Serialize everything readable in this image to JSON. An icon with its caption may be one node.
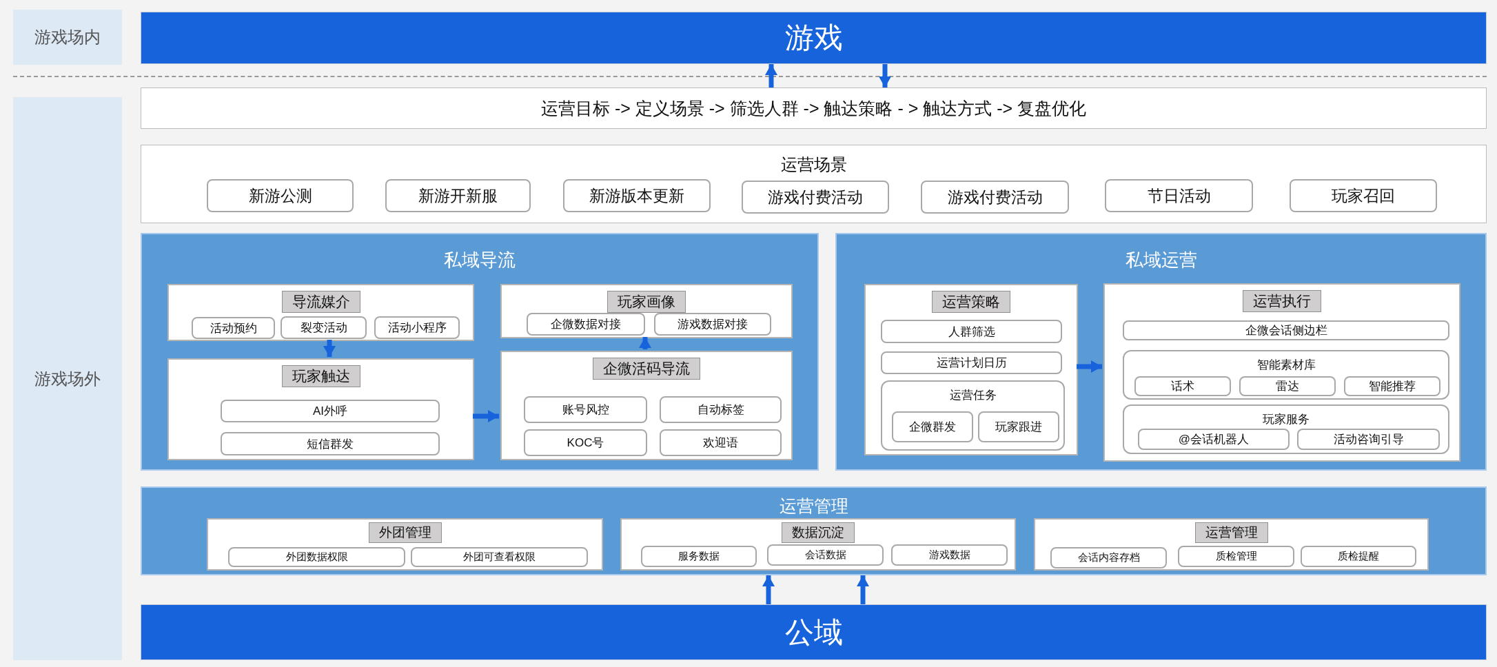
{
  "diagram": {
    "nodes": [
      {
        "text": [
          "游戏场内"
        ]
      },
      {
        "text": [
          "游戏"
        ]
      },
      {
        "text": [
          "游戏场外"
        ]
      },
      {
        "text": [
          "运营目标 -> 定义场景 -> 筛选人群 -> 触达策略 - > 触达方式 -> 复盘优化"
        ]
      },
      {
        "text": [
          "运营场景"
        ]
      },
      {
        "text": [
          "新游公测"
        ],
        "in": 4
      },
      {
        "text": [
          "新游开新服"
        ],
        "in": 4
      },
      {
        "text": [
          "新游版本更新"
        ],
        "in": 4
      },
      {
        "text": [
          "游戏付费活动"
        ],
        "in": 4
      },
      {
        "text": [
          "游戏付费活动"
        ],
        "in": 4
      },
      {
        "text": [
          "节日活动"
        ],
        "in": 4
      },
      {
        "text": [
          "玩家召回"
        ],
        "in": 4
      },
      {
        "text": [
          "私域导流"
        ]
      },
      {
        "text": [
          "导流媒介"
        ],
        "in": 12
      },
      {
        "text": [
          "活动预约"
        ],
        "in": 13
      },
      {
        "text": [
          "裂变活动"
        ],
        "in": 13
      },
      {
        "text": [
          "活动小程序"
        ],
        "in": 13
      },
      {
        "text": [
          "玩家触达"
        ],
        "in": 12
      },
      {
        "text": [
          "AI外呼"
        ],
        "in": 17
      },
      {
        "text": [
          "短信群发"
        ],
        "in": 17
      },
      {
        "text": [
          "玩家画像"
        ],
        "in": 12
      },
      {
        "text": [
          "企微数据对接"
        ],
        "in": 20
      },
      {
        "text": [
          "游戏数据对接"
        ],
        "in": 20
      },
      {
        "text": [
          "企微活码导流"
        ],
        "in": 12
      },
      {
        "text": [
          "账号风控"
        ],
        "in": 23
      },
      {
        "text": [
          "自动标签"
        ],
        "in": 23
      },
      {
        "text": [
          "KOC号"
        ],
        "in": 23
      },
      {
        "text": [
          "欢迎语"
        ],
        "in": 23
      },
      {
        "text": [
          "私域运营"
        ]
      },
      {
        "text": [
          "运营策略"
        ],
        "in": 28
      },
      {
        "text": [
          "人群筛选"
        ],
        "in": 29
      },
      {
        "text": [
          "运营计划日历"
        ],
        "in": 29
      },
      {
        "text": [
          "运营任务"
        ],
        "in": 29
      },
      {
        "text": [
          "企微群发"
        ],
        "in": 32
      },
      {
        "text": [
          "玩家跟进"
        ],
        "in": 32
      },
      {
        "text": [
          "运营执行"
        ],
        "in": 28
      },
      {
        "text": [
          "企微会话侧边栏"
        ],
        "in": 35
      },
      {
        "text": [
          "智能素材库"
        ],
        "in": 35
      },
      {
        "text": [
          "话术"
        ],
        "in": 37
      },
      {
        "text": [
          "雷达"
        ],
        "in": 37
      },
      {
        "text": [
          "智能推荐"
        ],
        "in": 37
      },
      {
        "text": [
          "玩家服务"
        ],
        "in": 35
      },
      {
        "text": [
          "@会话机器人"
        ],
        "in": 41
      },
      {
        "text": [
          "活动咨询引导"
        ],
        "in": 41
      },
      {
        "text": [
          "运营管理"
        ]
      },
      {
        "text": [
          "外团管理"
        ],
        "in": 44
      },
      {
        "text": [
          "外团数据权限"
        ],
        "in": 45
      },
      {
        "text": [
          "外团可查看权限"
        ],
        "in": 45
      },
      {
        "text": [
          "数据沉淀"
        ],
        "in": 44
      },
      {
        "text": [
          "服务数据"
        ],
        "in": 48
      },
      {
        "text": [
          "会话数据"
        ],
        "in": 48
      },
      {
        "text": [
          "游戏数据"
        ],
        "in": 48
      },
      {
        "text": [
          "运营管理"
        ],
        "in": 44
      },
      {
        "text": [
          "会话内容存档"
        ],
        "in": 52
      },
      {
        "text": [
          "质检管理"
        ],
        "in": 52
      },
      {
        "text": [
          "质检提醒"
        ],
        "in": 52
      },
      {
        "text": [
          "公域"
        ]
      }
    ],
    "edges": [
      {
        "from": 3,
        "to": 1,
        "arrow": "to"
      },
      {
        "from": 1,
        "to": 3,
        "arrow": "to"
      },
      {
        "from": 13,
        "to": 17,
        "arrow": "to"
      },
      {
        "from": 17,
        "to": 23,
        "arrow": "to"
      },
      {
        "from": 23,
        "to": 20,
        "arrow": "to"
      },
      {
        "from": 29,
        "to": 35,
        "arrow": "to"
      },
      {
        "from": 56,
        "to": 44,
        "arrow": "to"
      },
      {
        "from": 56,
        "to": 44,
        "arrow": "to"
      }
    ]
  }
}
